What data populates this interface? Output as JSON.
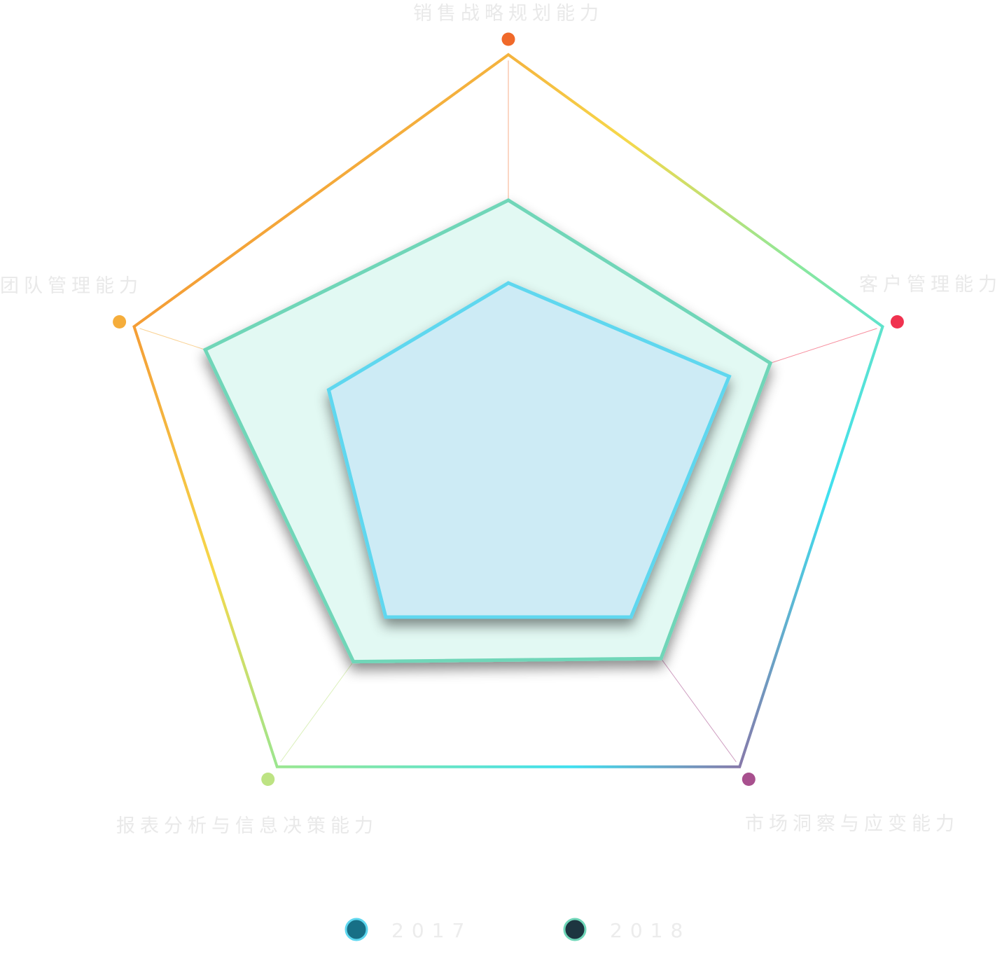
{
  "chart_data": {
    "type": "radar",
    "axes": [
      "销售战略规划能力",
      "客户管理能力",
      "市场洞察与应变能力",
      "报表分析与信息决策能力",
      "团队管理能力"
    ],
    "axis_colors": [
      "#f0692a",
      "#f0324f",
      "#a8508e",
      "#bde383",
      "#f5ad3b"
    ],
    "outline_gradient": [
      "#f26a22",
      "#f4a83a",
      "#f6d84a",
      "#8ee89a",
      "#3fe0f0",
      "#8877a8",
      "#e82352"
    ],
    "max": 100,
    "series": [
      {
        "name": "2017",
        "values": [
          42,
          59,
          53,
          53,
          48
        ],
        "stroke": "#5fd7ef",
        "fill": "#cdebf5",
        "legend_color": "#176f86"
      },
      {
        "name": "2018",
        "values": [
          63,
          70,
          66,
          67,
          81
        ],
        "stroke": "#6fd6b8",
        "fill": "#e2f9f3",
        "legend_color": "#1d3540"
      }
    ],
    "legend_position": "bottom"
  }
}
